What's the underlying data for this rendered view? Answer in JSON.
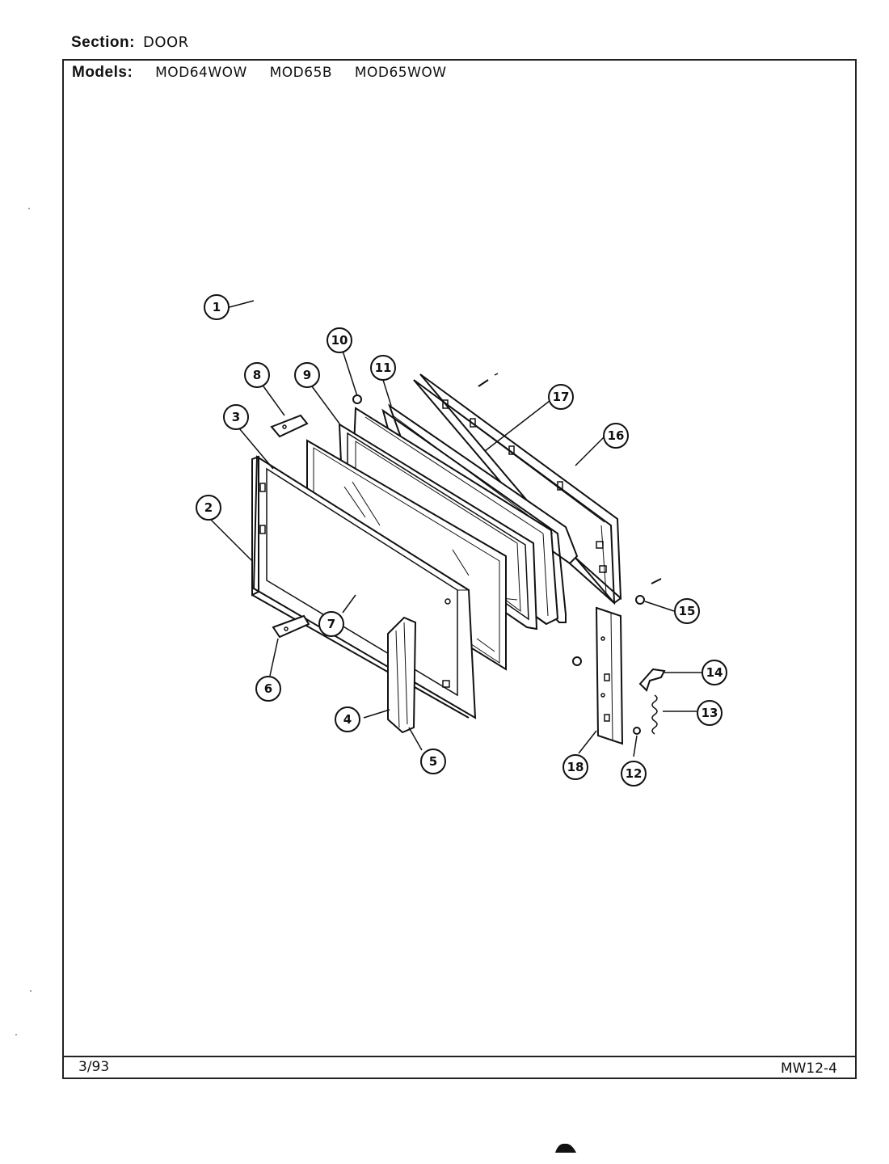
{
  "header": {
    "section_label": "Section:",
    "section_value": "DOOR",
    "models_label": "Models:",
    "models": [
      "MOD64WOW",
      "MOD65B",
      "MOD65WOW"
    ]
  },
  "footer": {
    "date": "3/93",
    "code": "MW12-4"
  },
  "callouts": [
    "1",
    "2",
    "3",
    "4",
    "5",
    "6",
    "7",
    "8",
    "9",
    "10",
    "11",
    "12",
    "13",
    "14",
    "15",
    "16",
    "17",
    "18"
  ]
}
